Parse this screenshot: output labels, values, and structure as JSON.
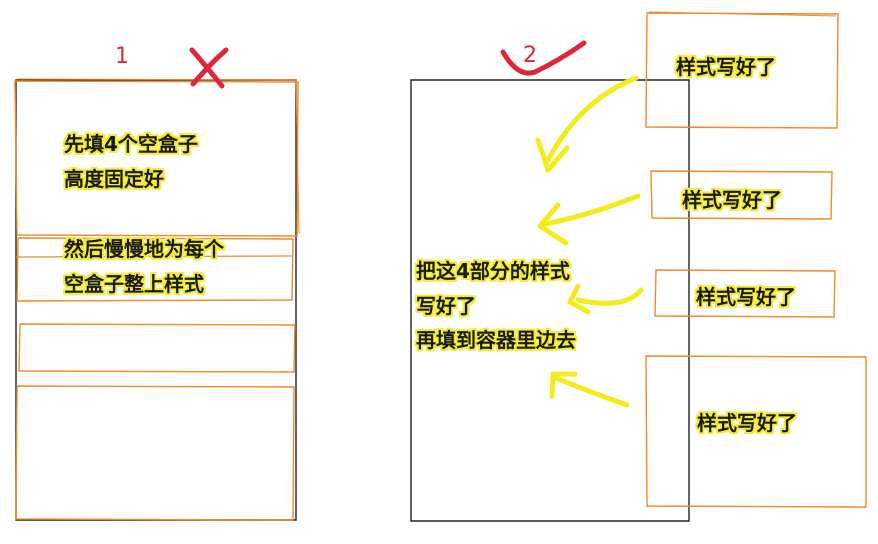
{
  "colors": {
    "orange": "#ee8a2a",
    "black": "#222222",
    "red": "#e0263a",
    "yellow": "#f4ec1a",
    "highlight": "#f4ec3a"
  },
  "left": {
    "number": "1",
    "mark_icon": "cross-icon",
    "lines": [
      "先填4个空盒子",
      "高度固定好",
      "然后慢慢地为每个",
      "空盒子整上样式"
    ]
  },
  "right": {
    "number": "2",
    "mark_icon": "checkmark-icon",
    "lines": [
      "把这4部分的样式",
      "写好了",
      "再填到容器里边去"
    ],
    "boxes": [
      "样式写好了",
      "样式写好了",
      "样式写好了",
      "样式写好了"
    ],
    "arrow_icon": "arrow-icon"
  }
}
